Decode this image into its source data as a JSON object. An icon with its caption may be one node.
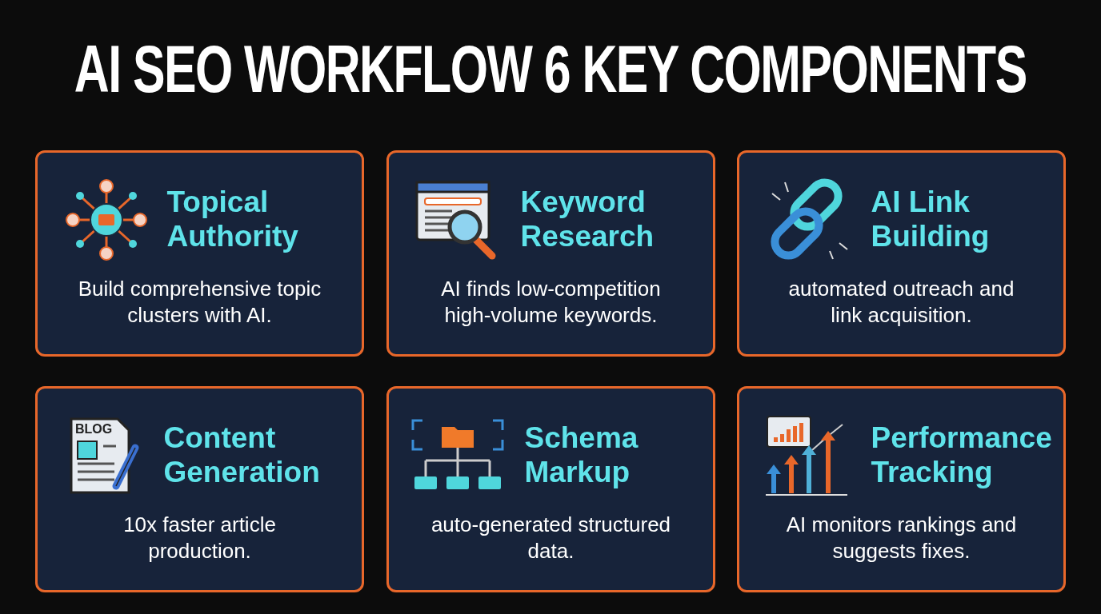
{
  "diagram": {
    "title": "AI SEO WORKFLOW 6 KEY COMPONENTS",
    "nodes": [
      {
        "text": [
          "Topical Authority",
          "Build comprehensive topic clusters with AI."
        ]
      },
      {
        "text": [
          "Keyword Research",
          "AI finds low-competition high-volume keywords."
        ]
      },
      {
        "text": [
          "AI Link Building",
          "automated outreach and link acquisition."
        ]
      },
      {
        "text": [
          "Content Generation",
          "10x faster article production."
        ]
      },
      {
        "text": [
          "Schema Markup",
          "auto-generated structured data."
        ]
      },
      {
        "text": [
          "Performance Tracking",
          "AI monitors rankings and suggests fixes."
        ]
      }
    ],
    "labels": [
      "BLOG"
    ]
  }
}
